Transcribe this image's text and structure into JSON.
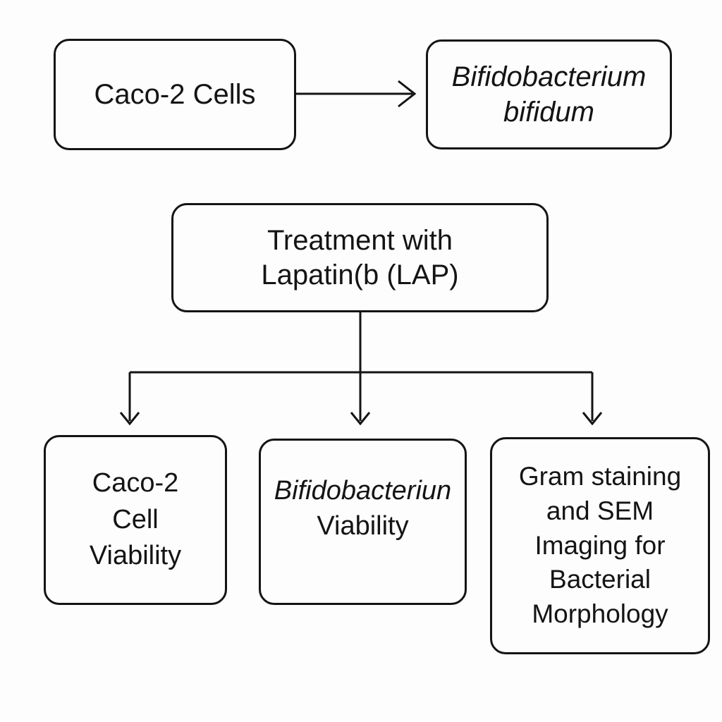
{
  "colors": {
    "background": "#fdfdfd",
    "stroke": "#141414",
    "text": "#141414"
  },
  "nodes": {
    "caco2_cells": {
      "lines": [
        "Caco-2 Cells"
      ]
    },
    "bifidobacterium_bifidum": {
      "lines": [
        "Bifidobacterium",
        "bifidum"
      ]
    },
    "treatment_lap": {
      "lines": [
        "Treatment with",
        "Lapatin(b (LAP)"
      ]
    },
    "caco2_cell_viability": {
      "lines": [
        "Caco-2",
        "Cell",
        "Viability"
      ]
    },
    "bifidobacterium_viability": {
      "lines": [
        "Bifidobacteriun",
        "Viability"
      ]
    },
    "gram_staining_sem": {
      "lines": [
        "Gram staining",
        "and SEM",
        "Imaging for",
        "Bacterial",
        "Morphology"
      ]
    }
  }
}
